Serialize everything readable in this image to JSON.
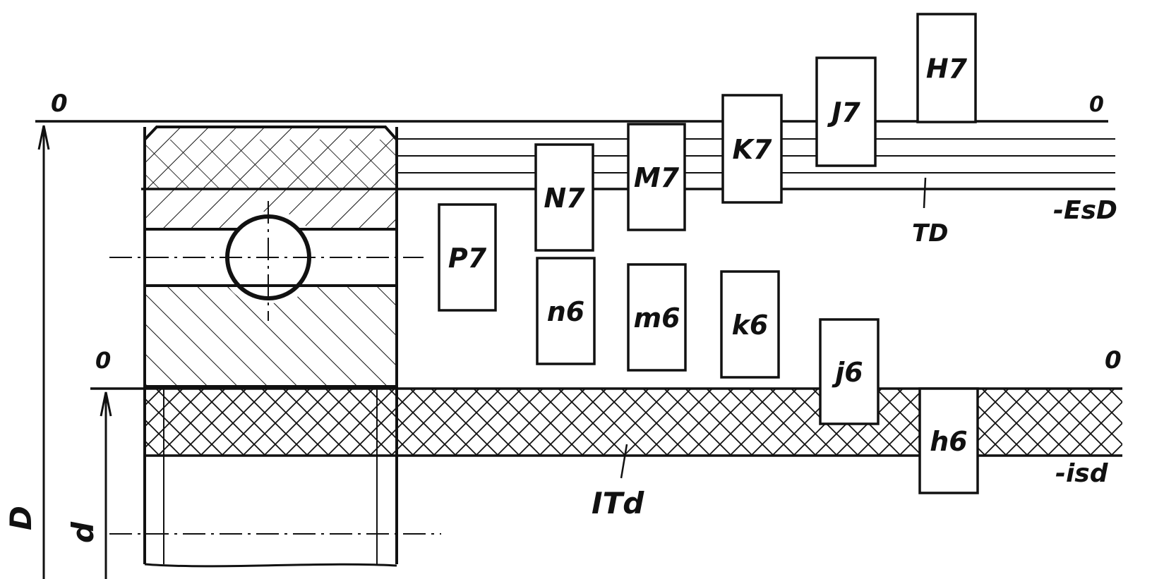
{
  "colors": {
    "ink": "#111111",
    "paper": "#ffffff"
  },
  "labels": {
    "zero_top_left": "0",
    "zero_top_right": "0",
    "zero_bottom_left": "0",
    "zero_bottom_right": "0",
    "es_d": "-EsD",
    "t_d": "TD",
    "is_d": "-isd",
    "it_d": "ITd",
    "dim_big_d": "D",
    "dim_small_d": "d"
  },
  "hole_fields": [
    "P7",
    "N7",
    "M7",
    "K7",
    "J7",
    "H7"
  ],
  "shaft_fields": [
    "n6",
    "m6",
    "k6",
    "j6",
    "h6"
  ]
}
